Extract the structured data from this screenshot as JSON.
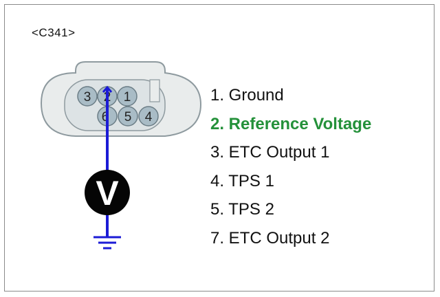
{
  "connector_id": "<C341>",
  "pin_labels": [
    "3",
    "2",
    "1",
    "6",
    "5",
    "4"
  ],
  "meter_symbol": "V",
  "meter_icon": "voltmeter-icon",
  "ground_icon": "ground-symbol-icon",
  "colors": {
    "probe_wire": "#1b1bd6",
    "highlight_text": "#24913a",
    "connector_fill": "#e9ecec",
    "pin_fill": "#a9bcc6"
  },
  "pins": [
    {
      "label": "1. Ground",
      "highlight": false
    },
    {
      "label": "2. Reference Voltage",
      "highlight": true
    },
    {
      "label": "3. ETC Output 1",
      "highlight": false
    },
    {
      "label": "4. TPS 1",
      "highlight": false
    },
    {
      "label": "5. TPS 2",
      "highlight": false
    },
    {
      "label": "7. ETC Output 2",
      "highlight": false
    }
  ]
}
